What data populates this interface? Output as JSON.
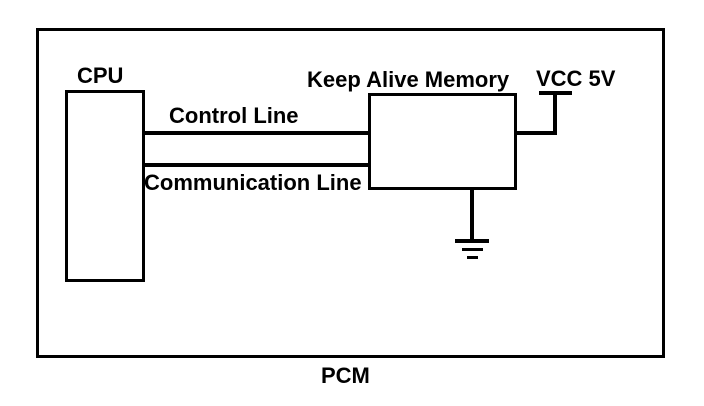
{
  "diagram": {
    "type": "block-diagram",
    "blocks": {
      "pcm": {
        "label": "PCM"
      },
      "cpu": {
        "label": "CPU"
      },
      "kam": {
        "label": "Keep Alive Memory"
      }
    },
    "connections": {
      "control": {
        "label": "Control Line",
        "from": "CPU",
        "to": "Keep Alive Memory"
      },
      "communication": {
        "label": "Communication Line",
        "from": "CPU",
        "to": "Keep Alive Memory"
      }
    },
    "power": {
      "vcc": {
        "label": "VCC 5V"
      },
      "ground": {
        "symbol": "earth-ground"
      }
    },
    "colors": {
      "line": "#000000",
      "text": "#000000",
      "background": "#ffffff"
    }
  }
}
